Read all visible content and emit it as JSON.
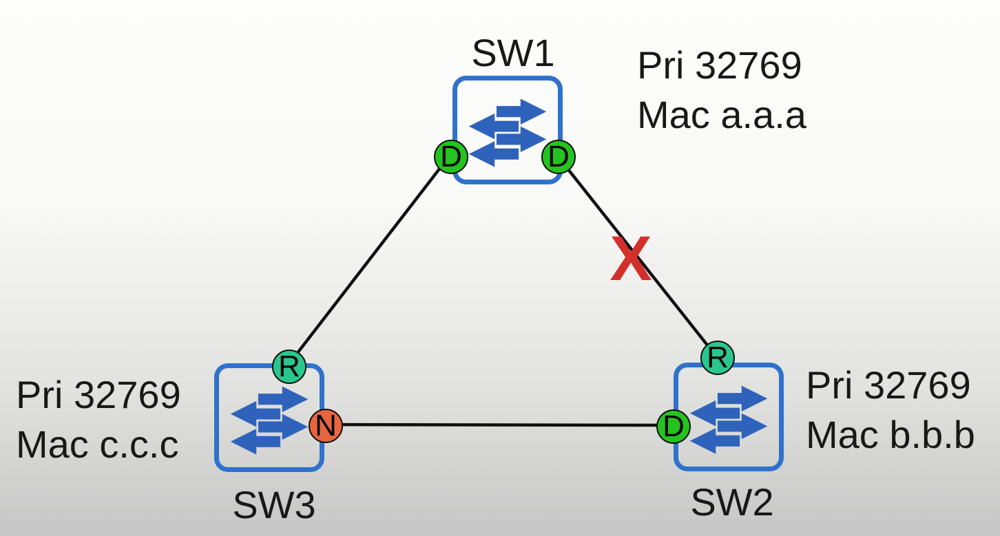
{
  "colors": {
    "switch_border": "#2f72cc",
    "switch_arrows": "#2f63bb",
    "designated": "#25c31f",
    "root": "#29c78e",
    "non_designated": "#e5653e",
    "link": "#0f0f0f",
    "blocked_x": "#d3302c",
    "text": "#181818"
  },
  "switches": [
    {
      "name": "SW1",
      "priority": "Pri 32769",
      "mac": "Mac a.a.a",
      "ports": [
        {
          "letter": "D",
          "role": "designated"
        },
        {
          "letter": "D",
          "role": "designated"
        }
      ]
    },
    {
      "name": "SW2",
      "priority": "Pri 32769",
      "mac": "Mac b.b.b",
      "ports": [
        {
          "letter": "R",
          "role": "root"
        },
        {
          "letter": "D",
          "role": "designated"
        }
      ]
    },
    {
      "name": "SW3",
      "priority": "Pri 32769",
      "mac": "Mac c.c.c",
      "ports": [
        {
          "letter": "R",
          "role": "root"
        },
        {
          "letter": "N",
          "role": "non-designated"
        }
      ]
    }
  ],
  "links": [
    {
      "from": "SW1",
      "to": "SW3"
    },
    {
      "from": "SW1",
      "to": "SW2",
      "marker": "X"
    },
    {
      "from": "SW3",
      "to": "SW2"
    }
  ]
}
